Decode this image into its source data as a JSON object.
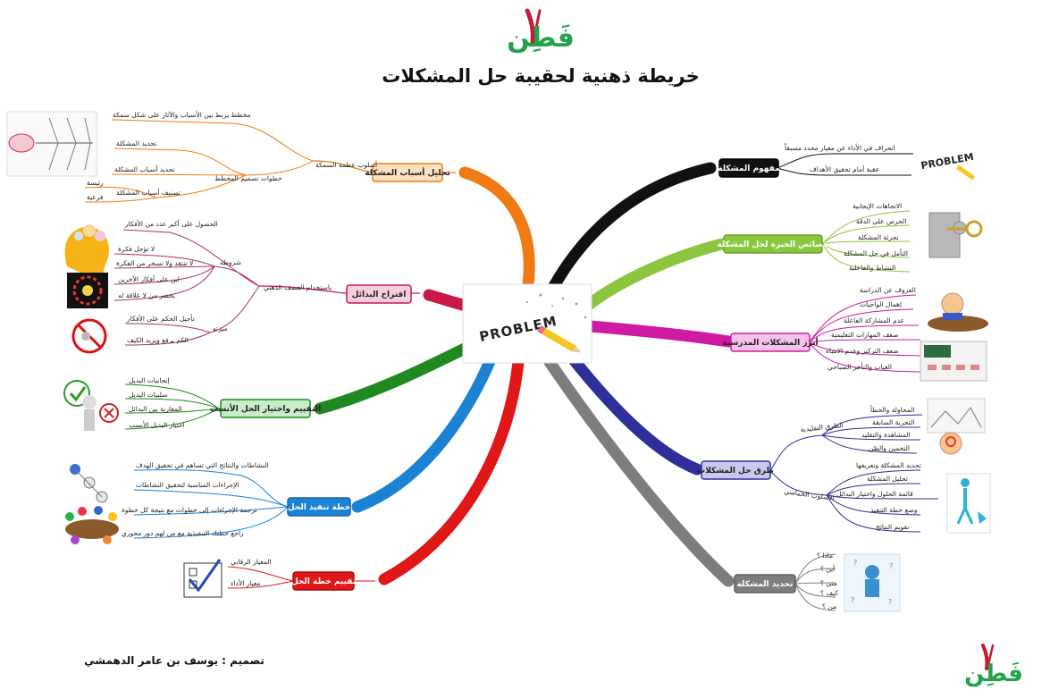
{
  "logo_text": "فَطِن",
  "title": "خريطة ذهنية لحقيبة حل المشكلات",
  "credit": "تصميم : يوسف بن عامر الدهمشي",
  "center_label": "PROBLEM",
  "colors": {
    "orange": "#f07b14",
    "crimson": "#c8194a",
    "green": "#1f8a1f",
    "blue": "#1b82d4",
    "red": "#e01717",
    "black": "#111111",
    "lime": "#8cc63f",
    "magenta": "#cf1aa3",
    "navy": "#2f2f9a",
    "gray": "#7d7d7d"
  },
  "branches": {
    "causes": {
      "label": "تحليل أسباب المشكلة",
      "method": "أسلوب عظمة السمكة",
      "sub1": "مخطط يربط بين الأسباب والآثار على شكل سمكة",
      "steps_label": "خطوات تصميم المخطط",
      "steps": [
        "تحديد المشكلة",
        "تحديد أسباب المشكلة",
        "تصنيف أسباب المشكلة"
      ],
      "classes": [
        "رئيسة",
        "فرعية"
      ]
    },
    "alternatives": {
      "label": "اقتراح البدائل",
      "method": "باستخدام العصف الذهني",
      "goal": "الحصول على أكبر عدد من الأفكار",
      "conditions_label": "شروطه",
      "conditions": [
        "لا تؤجل فكرة",
        "لا تنتقد ولا تسخر من الفكرة",
        "ابن على أفكار الآخرين",
        "يحضر من لا علاقة له"
      ],
      "benefits_label": "ميزته",
      "benefits": [
        "تأجيل الحكم على الأفكار",
        "الكم يرفع ويزيد الكيف"
      ]
    },
    "evaluation": {
      "label": "التقييم واختيار الحل الأنسب",
      "items": [
        "إيجابيات البديل",
        "سلبيات البديل",
        "المقارنة بين البدائل",
        "اختيار البديل الأنسب"
      ]
    },
    "plan": {
      "label": "خطة تنفيذ الحل",
      "items": [
        "النشاطات والنتائج التي تساهم في تحقيق الهدف",
        "الإجراءات المناسبة لتحقيق النشاطات",
        "ترجمة الإجراءات إلى خطوات مع نتيجة كل خطوة",
        "راجع خطتك التنفيذية مع من لهم دور محوري"
      ]
    },
    "assessment": {
      "label": "تقييم خطة الحل",
      "items": [
        "المعيار الرقابي",
        "معيار الأداء"
      ]
    },
    "concept": {
      "label": "مفهوم المشكلة",
      "items": [
        "انحراف في الأداء عن معيار محدد مسبقاً",
        "عقبة أمام تحقيق الأهداف"
      ]
    },
    "expertise": {
      "label": "خصائص الخبرة لحل المشكلة",
      "items": [
        "الاتجاهات الإيجابية",
        "الحرص على الدقة",
        "تجزئة المشكلة",
        "التأمل في حل المشكلة",
        "النشاط والفاعلية"
      ]
    },
    "school": {
      "label": "أبرز المشكلات المدرسية",
      "items": [
        "العزوف عن الدراسة",
        "إهمال الواجبات",
        "عدم المشاركة الفاعلة",
        "ضعف المهارات التعليمية",
        "ضعف التركيز وعدم الانتباه",
        "الغياب والتأخر الصباحي"
      ]
    },
    "methods": {
      "label": "طرق حل المشكلات",
      "traditional_label": "الطرق التقليدية",
      "traditional": [
        "المحاولة والخطأ",
        "التجربة السابقة",
        "المشاهدة والتقليد",
        "التخمين والظن"
      ],
      "five_label": "الأسلوب الخماسي",
      "five": [
        "تحديد المشكلة وتعريفها",
        "تحليل المشكلة",
        "قائمة الحلول واختيار البدائل",
        "وضع خطة التنفيذ",
        "تقويم النتائج"
      ]
    },
    "define": {
      "label": "تحديد المشكلة",
      "items": [
        "ماذا ؟",
        "أين ؟",
        "متى ؟",
        "كيف ؟",
        "من ؟"
      ]
    }
  },
  "icons": [
    "logo-top-icon",
    "logo-bottom-icon",
    "fishbone-diagram-icon",
    "brain-head-icon",
    "idea-circle-icon",
    "no-sign-icon",
    "check-cross-icon",
    "process-steps-icon",
    "team-meeting-icon",
    "checklist-icon",
    "problem-pencil-icon",
    "puzzle-key-icon",
    "bored-student-icon",
    "classroom-icon",
    "magnifier-boy-icon",
    "walking-figure-icon",
    "thinking-person-icon"
  ]
}
